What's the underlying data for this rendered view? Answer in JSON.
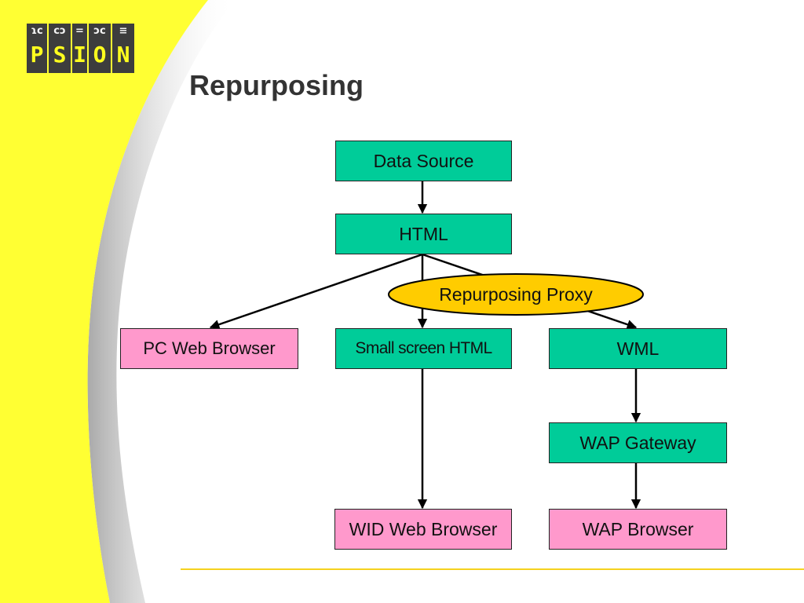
{
  "slide": {
    "title": "Repurposing",
    "logo": {
      "brand": "PSION",
      "letters": [
        "P",
        "S",
        "I",
        "O",
        "N"
      ],
      "glyphs": [
        "ɿc",
        "cↄ",
        "=",
        "ↄc",
        "≡"
      ]
    }
  },
  "colors": {
    "background_yellow": "#ffff33",
    "node_green": "#00cc99",
    "node_pink": "#ff99cc",
    "proxy_fill": "#ffcc00",
    "footer_line": "#f5d21e",
    "title_text": "#333333"
  },
  "diagram": {
    "nodes": {
      "data_source": {
        "label": "Data Source",
        "kind": "green"
      },
      "html": {
        "label": "HTML",
        "kind": "green"
      },
      "pc_web_browser": {
        "label": "PC Web Browser",
        "kind": "pink"
      },
      "small_screen_html": {
        "label": "Small screen HTML",
        "kind": "green"
      },
      "wml": {
        "label": "WML",
        "kind": "green"
      },
      "wap_gateway": {
        "label": "WAP Gateway",
        "kind": "green"
      },
      "wid_web_browser": {
        "label": "WID Web Browser",
        "kind": "pink"
      },
      "wap_browser": {
        "label": "WAP Browser",
        "kind": "pink"
      }
    },
    "proxy": {
      "label": "Repurposing Proxy"
    },
    "edges": [
      {
        "from": "data_source",
        "to": "html"
      },
      {
        "from": "html",
        "to": "pc_web_browser"
      },
      {
        "from": "html",
        "to": "small_screen_html"
      },
      {
        "from": "html",
        "to": "wml",
        "via": "proxy"
      },
      {
        "from": "small_screen_html",
        "to": "wid_web_browser"
      },
      {
        "from": "wml",
        "to": "wap_gateway"
      },
      {
        "from": "wap_gateway",
        "to": "wap_browser"
      }
    ]
  }
}
